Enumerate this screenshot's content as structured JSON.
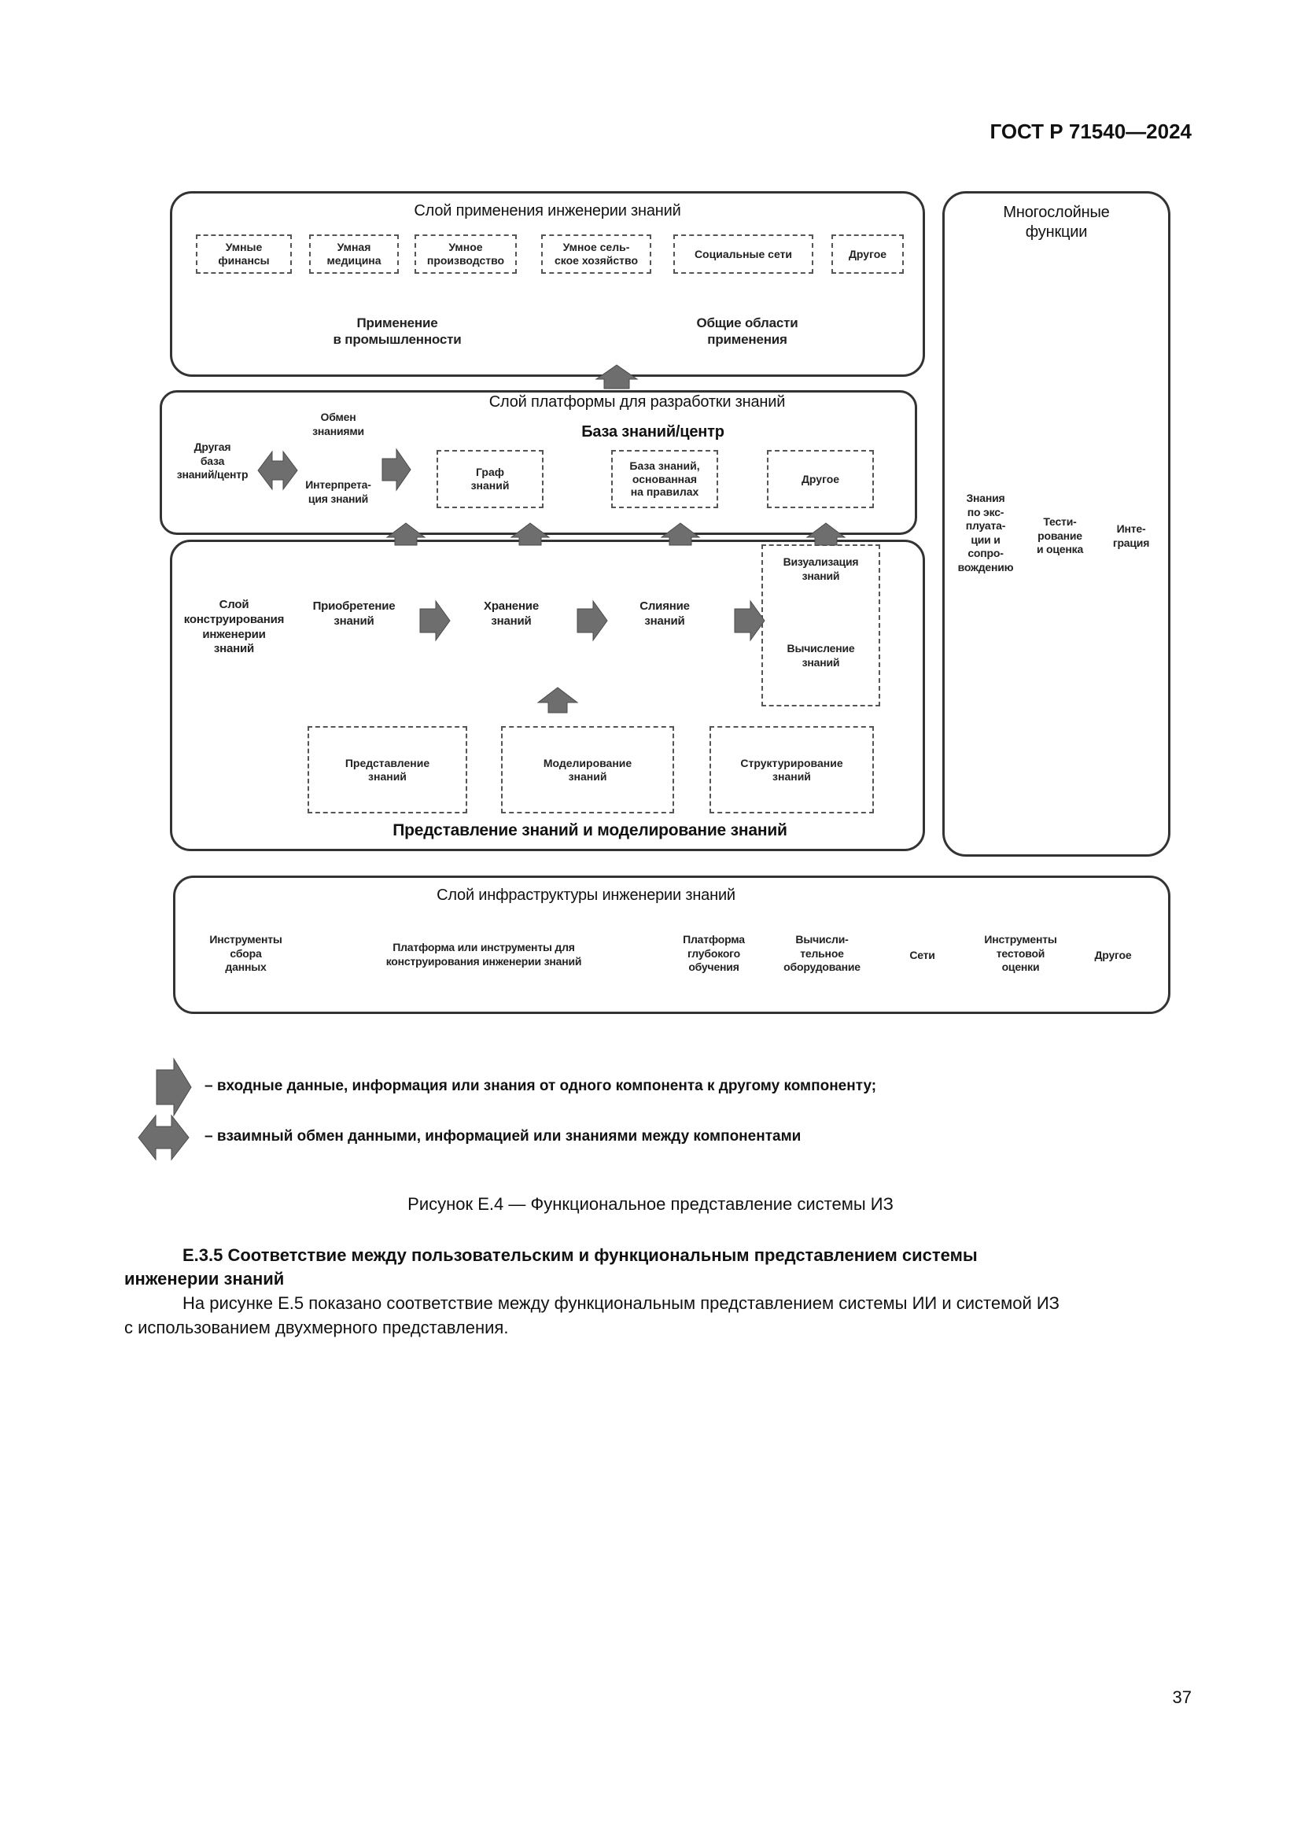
{
  "header": {
    "doc_id": "ГОСТ Р 71540—2024"
  },
  "diagram": {
    "application_layer": {
      "title": "Слой применения инженерии знаний",
      "items": [
        "Умные\nфинансы",
        "Умная\nмедицина",
        "Умное\nпроизводство",
        "Умное сель-\nское хозяйство",
        "Социальные сети",
        "Другое"
      ],
      "industry_label": "Применение\nв промышленности",
      "general_label": "Общие области\nприменения"
    },
    "platform_layer": {
      "title": "Слой платформы для разработки знаний",
      "kb_center": "База знаний/центр",
      "other_kb": "Другая\nбаза\nзнаний/центр",
      "exchange": "Обмен\nзнаниями",
      "interpretation": "Интерпрета-\nция знаний",
      "graph": "Граф\nзнаний",
      "rule_kb": "База знаний,\nоснованная\nна правилах",
      "other": "Другое"
    },
    "construction_layer": {
      "title": "Слой\nконструирования\nинженерии\nзнаний",
      "acquisition": "Приобретение\nзнаний",
      "storage": "Хранение\nзнаний",
      "fusion": "Слияние\nзнаний",
      "visualization": "Визуализация\nзнаний",
      "computation": "Вычисление\nзнаний",
      "representation": "Представление\nзнаний",
      "modeling": "Моделирование\nзнаний",
      "structuring": "Структурирование\nзнаний",
      "bottom_title": "Представление знаний и моделирование знаний"
    },
    "multilayer": {
      "title": "Многослойные\nфункции",
      "ops": "Знания\nпо экс-\nплуата-\nции и\nсопро-\nвождению",
      "testing": "Тести-\nрование\nи оценка",
      "integration": "Инте-\nграция"
    },
    "infrastructure_layer": {
      "title": "Слой инфраструктуры инженерии знаний",
      "items": [
        "Инструменты\nсбора\nданных",
        "Платформа или инструменты для\nконструирования инженерии знаний",
        "Платформа\nглубокого\nобучения",
        "Вычисли-\nтельное\nоборудование",
        "Сети",
        "Инструменты\nтестовой\nоценки",
        "Другое"
      ]
    }
  },
  "legend": {
    "single_arrow": "– входные данные, информация или знания от одного компонента к другому компоненту;",
    "double_arrow": "– взаимный обмен данными, информацией или знаниями между компонентами"
  },
  "caption": "Рисунок Е.4 — Функциональное представление системы ИЗ",
  "section": {
    "heading_line1": "Е.3.5 Соответствие между пользовательским и функциональным представлением системы",
    "heading_line2": "инженерии знаний",
    "para_line1": "На рисунке Е.5 показано соответствие между функциональным представлением системы ИИ и системой ИЗ",
    "para_line2": "с использованием двухмерного представления."
  },
  "page_number": "37",
  "colors": {
    "arrow_fill": "#6e6e6e",
    "border": "#333333",
    "dash": "#555555"
  }
}
